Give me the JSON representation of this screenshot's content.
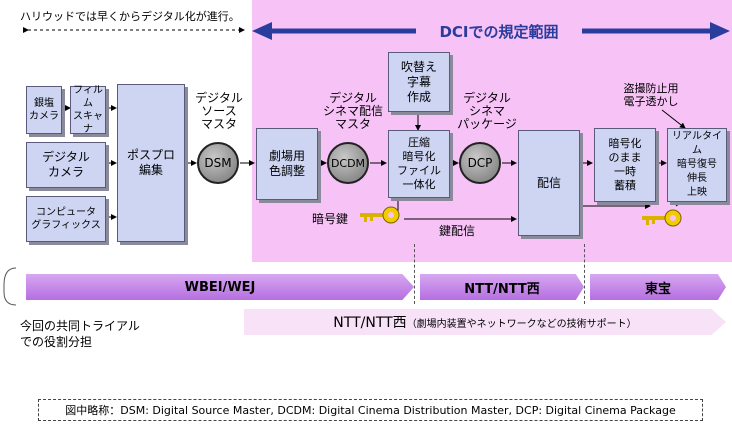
{
  "top": {
    "hollywood_note": "ハリウッドでは早くからデジタル化が進行。",
    "dci_scope": "DCIでの規定範囲"
  },
  "boxes": {
    "film": "銀塩\nカメラ",
    "scanner": "フィルム\nスキャナ",
    "digital_camera": "デジタル\nカメラ",
    "computer_graphics": "コンピュータ\nグラフィックス",
    "postpro": "ポスプロ\n編集",
    "color_grading": "劇場用\n色調整",
    "dubbing": "吹替え\n字幕\n作成",
    "compress": "圧縮\n暗号化\nファイル\n一体化",
    "distribution": "配信",
    "store": "暗号化\nのまま\n一時\n蓄積",
    "playback": "リアルタイム\n暗号復号\n伸長\n上映"
  },
  "labels": {
    "digital_source_master": "デジタル\nソース\nマスタ",
    "digital_cinema_master": "デジタル\nシネマ配信\nマスタ",
    "digital_cinema_package": "デジタル\nシネマ\nパッケージ",
    "watermark": "盗撮防止用\n電子透かし",
    "crypto_key": "暗号鍵",
    "key_delivery": "鍵配信"
  },
  "disks": {
    "dsm": "DSM",
    "dcdm": "DCDM",
    "dcp": "DCP"
  },
  "roles": {
    "caption": "今回の共同トライアル\nでの役割分担",
    "wbei": "WBEI/WEJ",
    "ntt_short": "NTT/NTT西",
    "toho": "東宝",
    "ntt_long_main": "NTT/NTT西",
    "ntt_long_sub": "（劇場内装置やネットワークなどの技術サポート）"
  },
  "legend": "図中略称：DSM: Digital Source Master,  DCDM: Digital Cinema Distribution Master,  DCP: Digital Cinema Package",
  "colors": {
    "dci_area": "#f7c3f7",
    "box_fill": "#cdd5f3",
    "role_band": "#b56fe0",
    "arrow_blue": "#2a3c9c"
  }
}
